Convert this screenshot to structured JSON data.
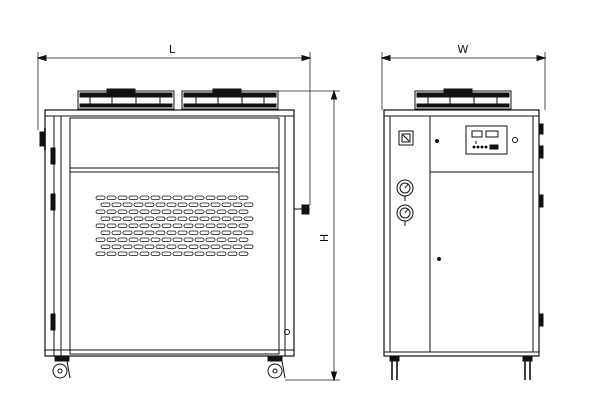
{
  "dimensions": {
    "length_label": "L",
    "width_label": "W",
    "height_label": "H"
  },
  "views": {
    "front": {
      "grille_rows": 9
    },
    "side": {}
  }
}
